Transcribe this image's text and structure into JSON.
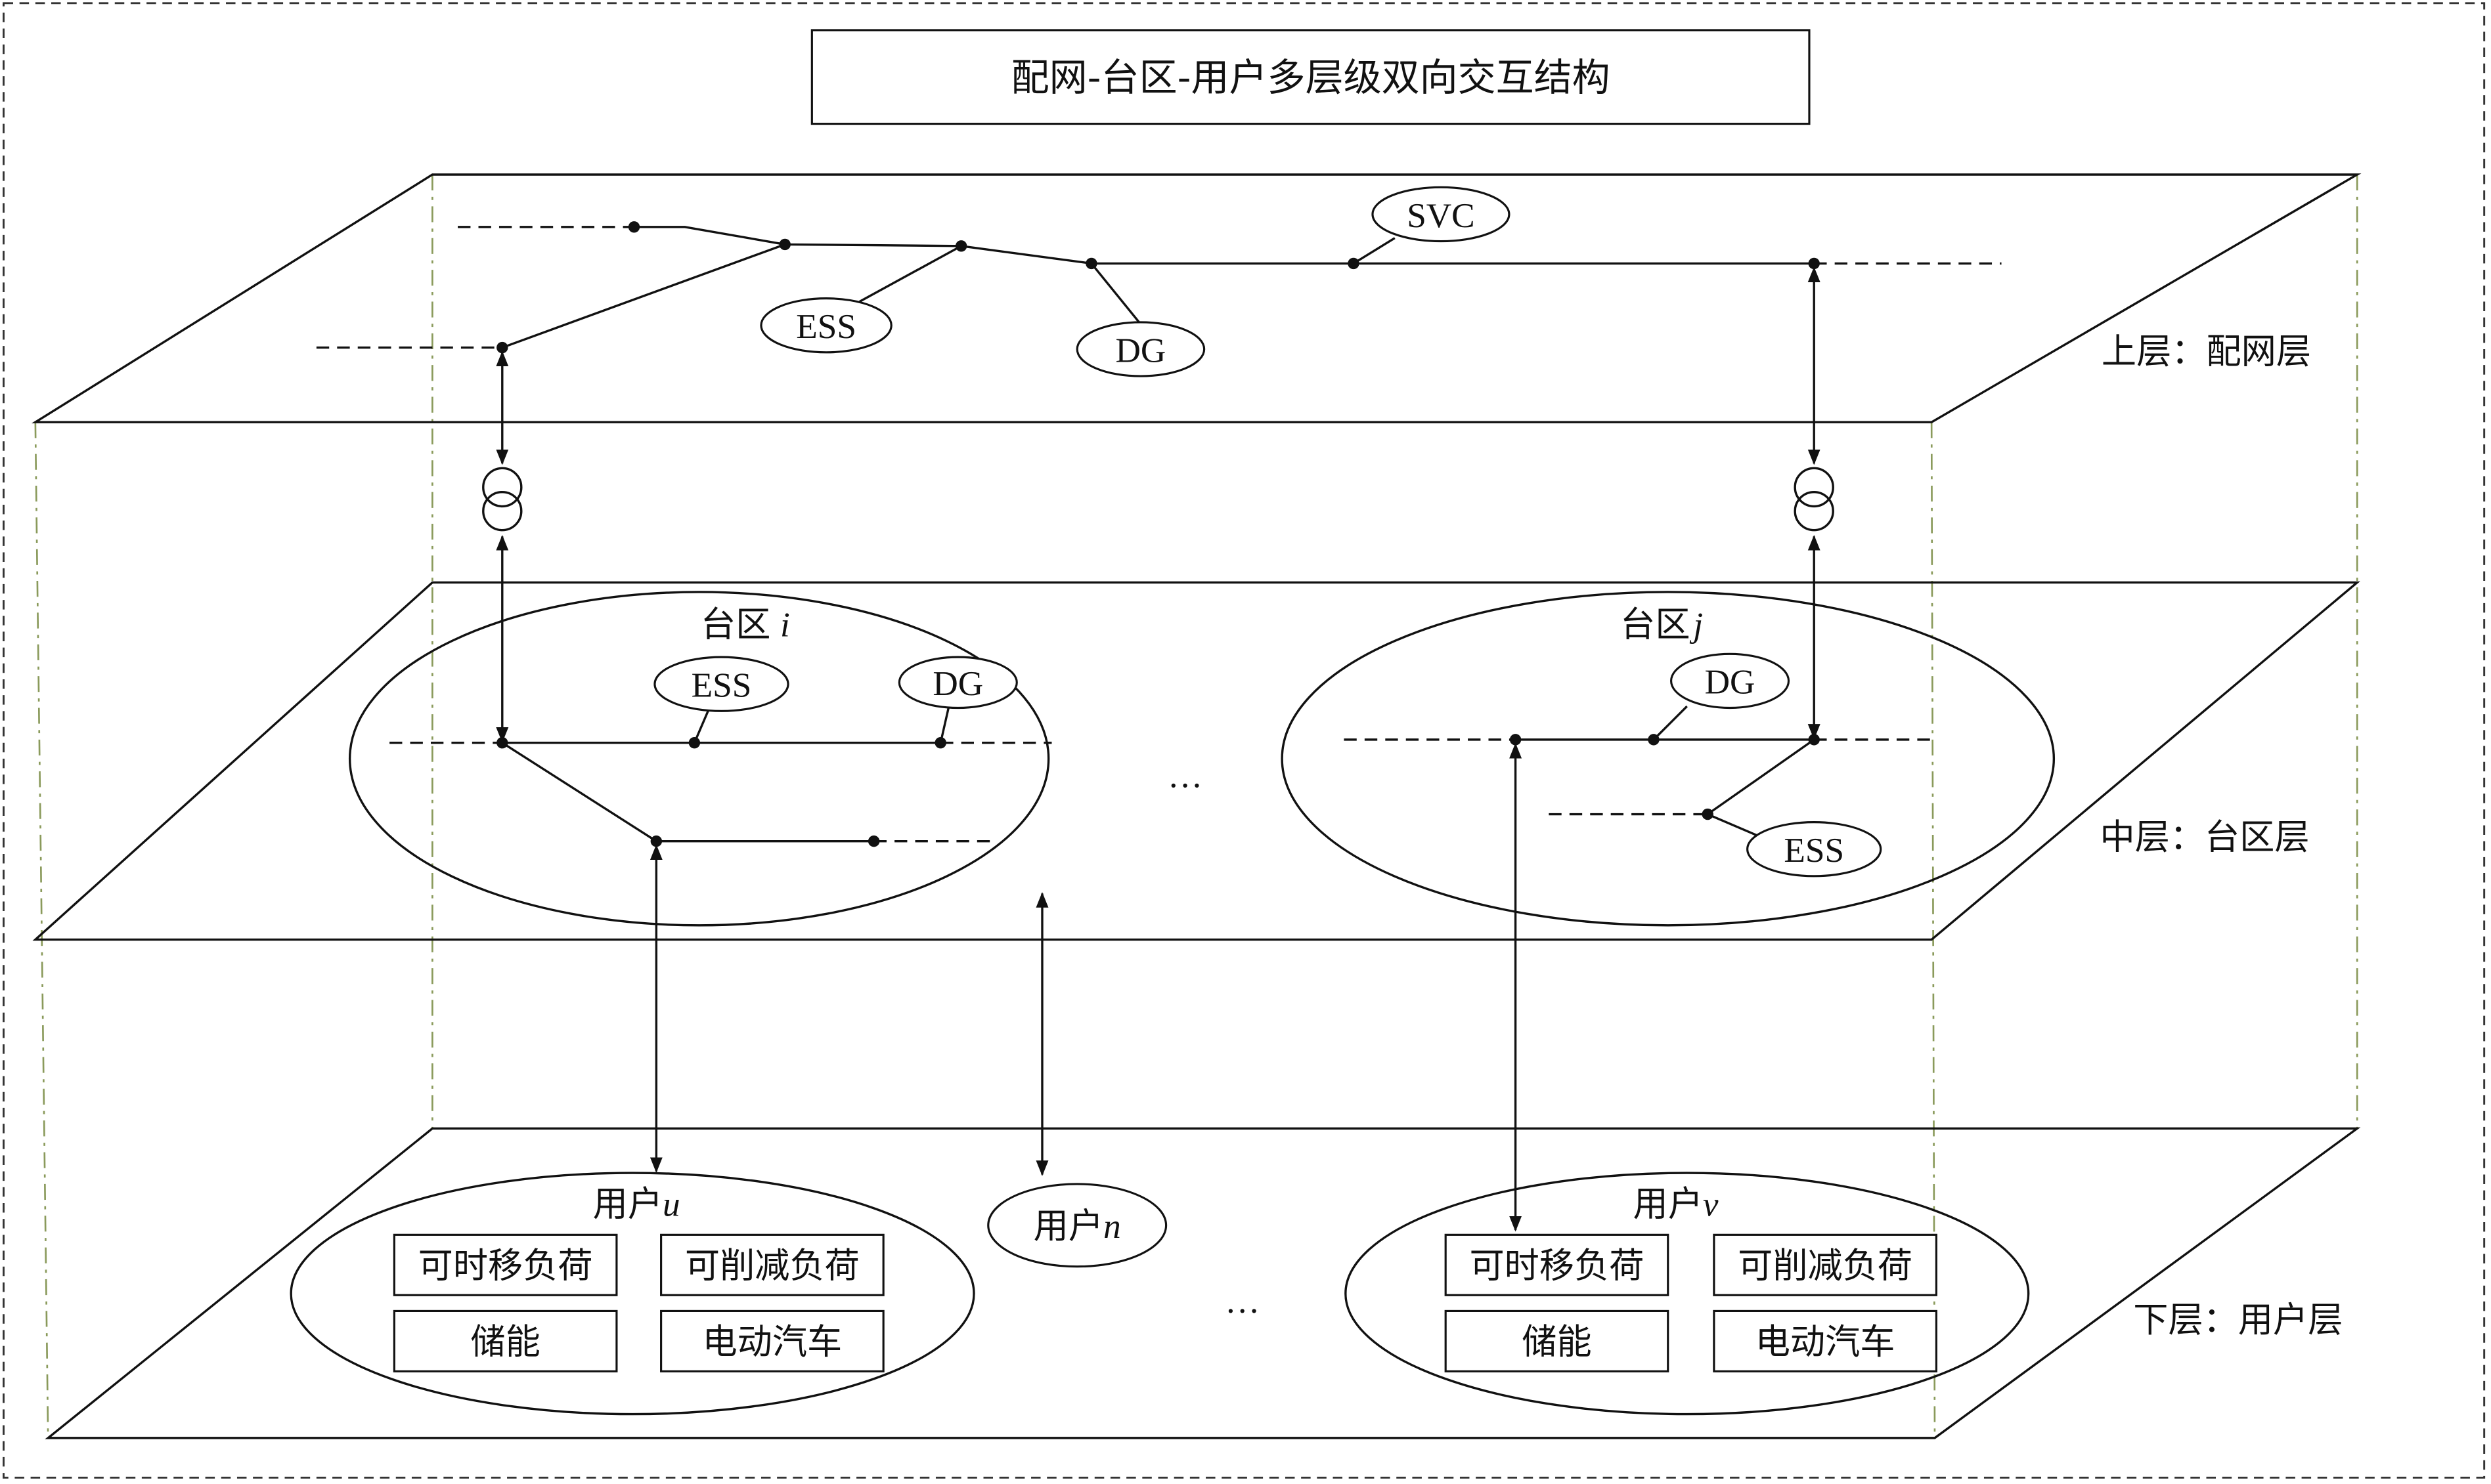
{
  "title": "配网-台区-用户多层级双向交互结构",
  "layers": {
    "upper": "上层：配网层",
    "middle": "中层：台区层",
    "lower": "下层：用户层"
  },
  "upper_devices": {
    "svc": "SVC",
    "ess": "ESS",
    "dg": "DG"
  },
  "district_i": {
    "label_prefix": "台区",
    "label_var": "i",
    "ess": "ESS",
    "dg": "DG"
  },
  "district_j": {
    "label_prefix": "台区",
    "label_var": "j",
    "ess": "ESS",
    "dg": "DG"
  },
  "middle_ellipsis": "…",
  "user_u": {
    "label_prefix": "用户",
    "label_var": "u",
    "items": [
      "可时移负荷",
      "可削减负荷",
      "储能",
      "电动汽车"
    ]
  },
  "user_n": {
    "label_prefix": "用户",
    "label_var": "n"
  },
  "user_v": {
    "label_prefix": "用户",
    "label_var": "v",
    "items": [
      "可时移负荷",
      "可削减负荷",
      "储能",
      "电动汽车"
    ]
  },
  "lower_ellipsis": "…"
}
